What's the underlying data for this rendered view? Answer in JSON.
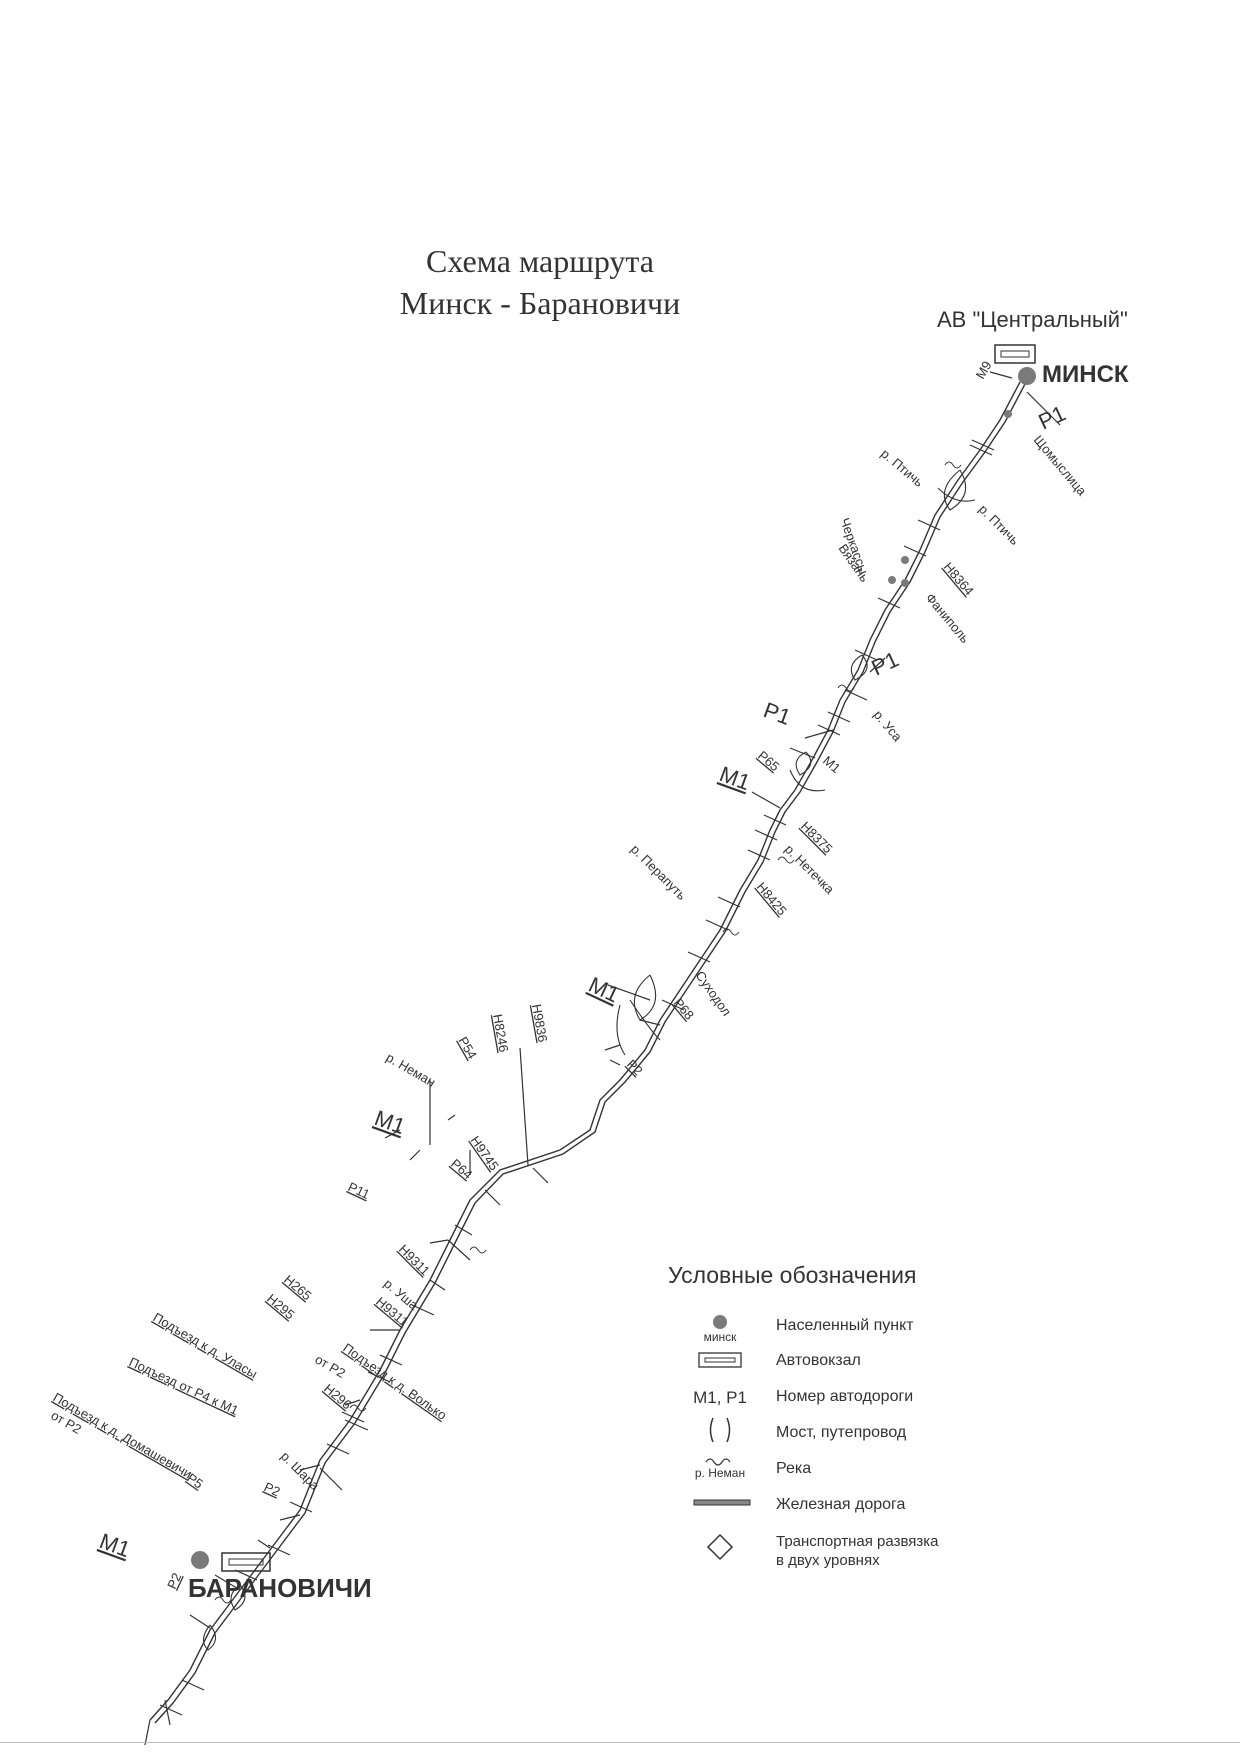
{
  "title": {
    "line1": "Схема маршрута",
    "line2": "Минск - Барановичи"
  },
  "places": {
    "start_station": "АВ \"Центральный\"",
    "start_city": "МИНСК",
    "end_city": "БАРАНОВИЧИ"
  },
  "map_labels": [
    {
      "id": "m9",
      "text": "М9"
    },
    {
      "id": "p1a",
      "text": "Р1"
    },
    {
      "id": "shchomyslitsa",
      "text": "Щомыслица"
    },
    {
      "id": "r-ptich-1",
      "text": "р. Птичь"
    },
    {
      "id": "r-ptich-2",
      "text": "р. Птичь"
    },
    {
      "id": "cherkassy",
      "text": "Черкассы"
    },
    {
      "id": "vyazan",
      "text": "Вязань"
    },
    {
      "id": "n8364",
      "text": "Н8364"
    },
    {
      "id": "fanipol",
      "text": "Фаниполь"
    },
    {
      "id": "p1b",
      "text": "Р1"
    },
    {
      "id": "r-usa",
      "text": "р. Уса"
    },
    {
      "id": "p1c",
      "text": "Р1"
    },
    {
      "id": "p65",
      "text": "Р65"
    },
    {
      "id": "m1a",
      "text": "М1"
    },
    {
      "id": "m1b",
      "text": "М1"
    },
    {
      "id": "n8375",
      "text": "Н8375"
    },
    {
      "id": "r-peratut",
      "text": "р. Перапуть"
    },
    {
      "id": "r-netechka",
      "text": "р. Нетечка"
    },
    {
      "id": "n8425",
      "text": "Н8425"
    },
    {
      "id": "sukhodol",
      "text": "Суходол"
    },
    {
      "id": "m1c",
      "text": "М1"
    },
    {
      "id": "p68",
      "text": "Р68"
    },
    {
      "id": "p2a",
      "text": "Р2"
    },
    {
      "id": "n9836",
      "text": "Н9836"
    },
    {
      "id": "n8246",
      "text": "Н8246"
    },
    {
      "id": "p54",
      "text": "Р54"
    },
    {
      "id": "r-neman",
      "text": "р. Неман"
    },
    {
      "id": "m1d",
      "text": "М1"
    },
    {
      "id": "n9745",
      "text": "Н9745"
    },
    {
      "id": "p64",
      "text": "Р64"
    },
    {
      "id": "p11",
      "text": "Р11"
    },
    {
      "id": "n9311a",
      "text": "Н9311"
    },
    {
      "id": "r-usha",
      "text": "р. Уша"
    },
    {
      "id": "n265",
      "text": "Н265"
    },
    {
      "id": "n9311b",
      "text": "Н9311"
    },
    {
      "id": "n295",
      "text": "Н295"
    },
    {
      "id": "podjezd-ulasy",
      "text": "Подъезд к д. Уласы"
    },
    {
      "id": "podjezd-volko",
      "text": "Подъезд к д. Волько"
    },
    {
      "id": "ot-p2a",
      "text": "от Р2"
    },
    {
      "id": "n296",
      "text": "Н296"
    },
    {
      "id": "podjezd-p4-m1",
      "text": "Подъезд от Р4 к М1"
    },
    {
      "id": "r-shara",
      "text": "р. Шара"
    },
    {
      "id": "podjezd-domashevichi",
      "text": "Подъезд к д. Домашевичи"
    },
    {
      "id": "ot-p2b",
      "text": "от Р2"
    },
    {
      "id": "p5",
      "text": "Р5"
    },
    {
      "id": "p2b",
      "text": "Р2"
    },
    {
      "id": "p2c",
      "text": "Р2"
    },
    {
      "id": "m1e",
      "text": "М1"
    }
  ],
  "legend": {
    "title": "Условные обозначения",
    "items": [
      {
        "symbol_text": "минск",
        "label": "Населенный пункт"
      },
      {
        "symbol_text": "",
        "label": "Автовокзал"
      },
      {
        "symbol_text": "М1, Р1",
        "label": "Номер автодороги"
      },
      {
        "symbol_text": "",
        "label": "Мост, путепровод"
      },
      {
        "symbol_text": "р. Неман",
        "label": "Река"
      },
      {
        "symbol_text": "",
        "label": "Железная дорога"
      },
      {
        "symbol_text": "",
        "label": "Транспортная развязка"
      },
      {
        "symbol_text": "",
        "label": "в двух уровнях"
      }
    ]
  },
  "colors": {
    "ink": "#333333",
    "city_dot": "#7a7a7a"
  }
}
